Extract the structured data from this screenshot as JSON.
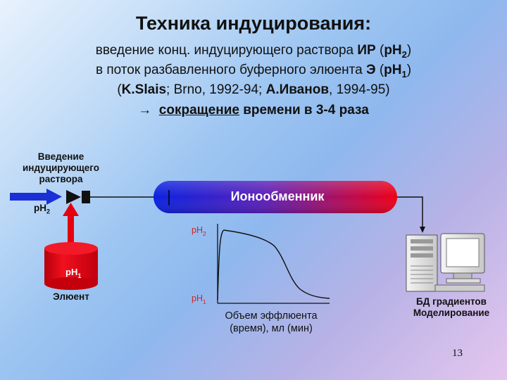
{
  "title": "Техника индуцирования:",
  "line1": {
    "t1": "введение конц. индуцирующего раствора ",
    "b1": "ИР",
    "t2": " (",
    "b2": "pH",
    "sub": "2",
    "t3": ")"
  },
  "line2": {
    "t1": "в поток разбавленного буферного элюента ",
    "b1": "Э",
    "t2": " (",
    "b2": "pH",
    "sub": "1",
    "t3": ")"
  },
  "line3": {
    "t1": "(",
    "b1": "K.Slais",
    "t2": "; Brno, 1992-94; ",
    "b2": "А.Иванов",
    "t3": ", 1994-95)"
  },
  "line4": {
    "arrow": "→",
    "u": "сокращение",
    "t": " времени в 3-4 раза"
  },
  "diagram": {
    "injection_label": [
      "Введение",
      "индуцирующего",
      "раствора"
    ],
    "inlet_ph": {
      "base": "pH",
      "sub": "2"
    },
    "reservoir_ph": {
      "base": "pH",
      "sub": "1"
    },
    "reservoir_label": "Элюент",
    "column_label": "Ионообменник",
    "graph_y_top": {
      "base": "pH",
      "sub": "2"
    },
    "graph_y_bottom": {
      "base": "pH",
      "sub": "1"
    },
    "graph_x_label": [
      "Объем эффлюента",
      "(время), мл (мин)"
    ],
    "computer_label": [
      "БД градиентов",
      "Моделирование"
    ]
  },
  "page_number": "13",
  "colors": {
    "flow_blue": "#1a2fd6",
    "reservoir_red": "#e4000f",
    "column_blue": "#1428d8",
    "column_red": "#e8001a",
    "graph_label": "#d0241f"
  }
}
